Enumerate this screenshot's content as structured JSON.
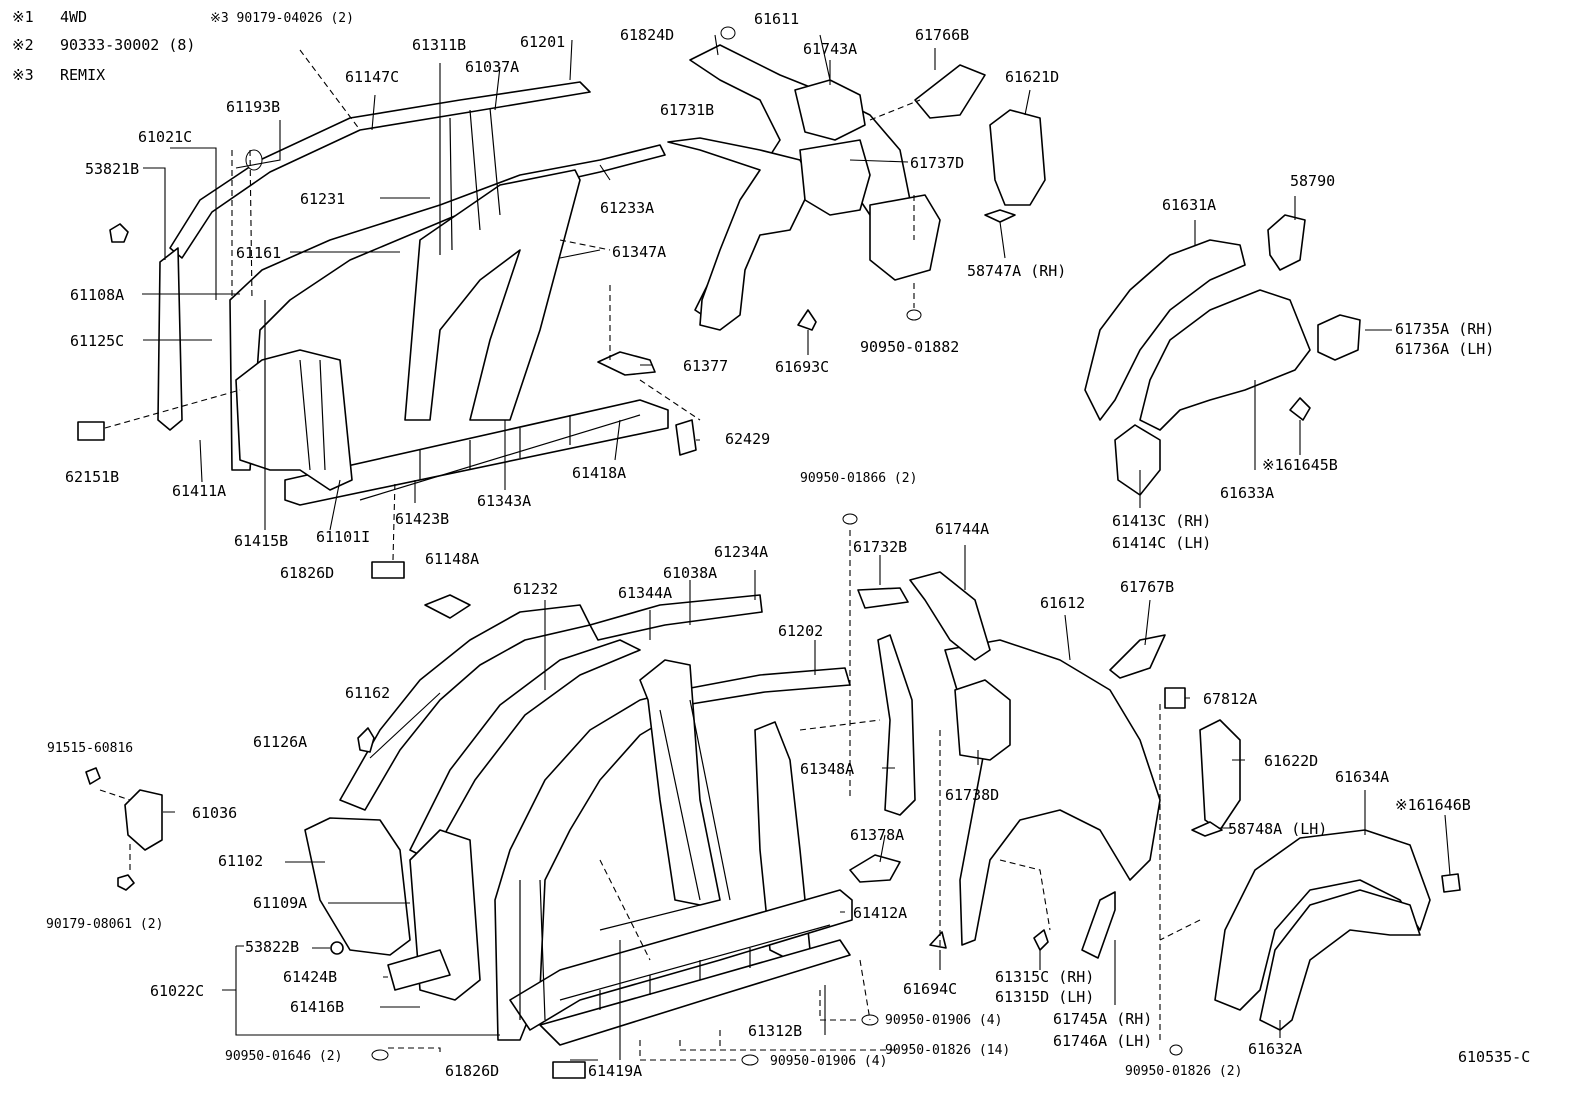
{
  "notes": [
    {
      "mark": "※1",
      "text": "4WD"
    },
    {
      "mark": "※2",
      "text": "90333-30002 (8)"
    },
    {
      "mark": "※3",
      "text": "REMIX"
    }
  ],
  "labels": {
    "n3_screw": "※3 90179-04026 (2)",
    "p61311B": "61311B",
    "p61201": "61201",
    "p61037A": "61037A",
    "p61147C": "61147C",
    "p61193B": "61193B",
    "p61021C": "61021C",
    "p53821B": "53821B",
    "p61231": "61231",
    "p61161": "61161",
    "p61108A": "61108A",
    "p61125C": "61125C",
    "p62151B": "62151B",
    "p61411A": "61411A",
    "p61415B": "61415B",
    "p61101I": "61101I",
    "p61423B": "61423B",
    "p61343A": "61343A",
    "p61418A": "61418A",
    "p62429": "62429",
    "p61377": "61377",
    "p61347A": "61347A",
    "p61233A": "61233A",
    "p61731B": "61731B",
    "p61824D": "61824D",
    "p61611": "61611",
    "p61743A": "61743A",
    "p61766B": "61766B",
    "p61621D": "61621D",
    "p61737D": "61737D",
    "p58747A": "58747A (RH)",
    "p61693C": "61693C",
    "p90950_01882": "90950-01882",
    "p58790": "58790",
    "p61631A": "61631A",
    "p61735A": "61735A (RH)",
    "p61736A": "61736A (LH)",
    "p161645B": "※161645B",
    "p61633A": "61633A",
    "p61413C": "61413C (RH)",
    "p61414C": "61414C (LH)",
    "p90950_01866": "90950-01866 (2)",
    "p61826D_top": "61826D",
    "p61148A": "61148A",
    "p61232": "61232",
    "p61344A": "61344A",
    "p61038A": "61038A",
    "p61234A": "61234A",
    "p61202": "61202",
    "p61732B": "61732B",
    "p61744A": "61744A",
    "p61612": "61612",
    "p61767B": "61767B",
    "p67812A": "67812A",
    "p61162": "61162",
    "p91515_60816": "91515-60816",
    "p61126A": "61126A",
    "p61036": "61036",
    "p61102": "61102",
    "p90179_08061": "90179-08061 (2)",
    "p61109A": "61109A",
    "p53822B": "53822B",
    "p61424B": "61424B",
    "p61022C": "61022C",
    "p61416B": "61416B",
    "p90950_01646": "90950-01646 (2)",
    "p61826D_bot": "61826D",
    "p61419A": "61419A",
    "p61348A": "61348A",
    "p61738D": "61738D",
    "p61378A": "61378A",
    "p61412A": "61412A",
    "p61694C": "61694C",
    "p61315C": "61315C (RH)",
    "p61315D": "61315D (LH)",
    "p61745A": "61745A (RH)",
    "p61746A": "61746A (LH)",
    "p61312B": "61312B",
    "p90950_01906a": "90950-01906 (4)",
    "p90950_01906b": "90950-01906 (4)",
    "p90950_01826a": "90950-01826 (14)",
    "p90950_01826b": "90950-01826 (2)",
    "p61622D": "61622D",
    "p58748A": "58748A (LH)",
    "p61634A": "61634A",
    "p161646B": "※161646B",
    "p61632A": "61632A",
    "fig_id": "610535-C"
  }
}
